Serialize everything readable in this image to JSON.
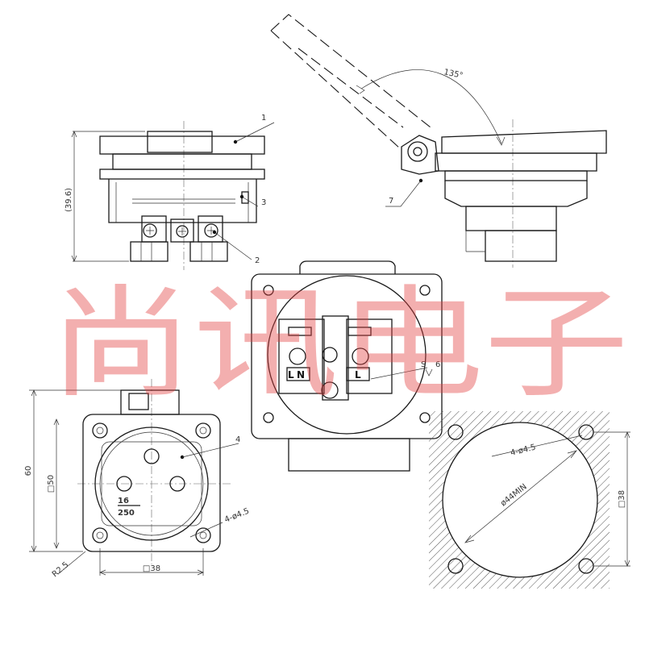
{
  "watermark": "尚讯电子",
  "angle_label": "135°",
  "height_label": "(39.6)",
  "part_numbers": {
    "p1": "1",
    "p2": "2",
    "p3": "3",
    "p4": "4",
    "p6": "6",
    "p7": "7"
  },
  "surface_mark": "S",
  "terminal_marks": {
    "left": "L",
    "neutral": "N",
    "right": "L"
  },
  "rating": {
    "current": "16",
    "voltage": "250"
  },
  "front_dims": {
    "height_60": "60",
    "square_50": "□50",
    "square_38": "□38",
    "hole_spec": "4-ø4.5",
    "radius": "R2.5"
  },
  "cutout_dims": {
    "hole_spec": "4-ø4.5",
    "diameter": "ø44MIN",
    "square_38": "□38"
  },
  "colors": {
    "line": "#1a1a1a",
    "watermark": "#e24040",
    "hatch": "#555555"
  }
}
